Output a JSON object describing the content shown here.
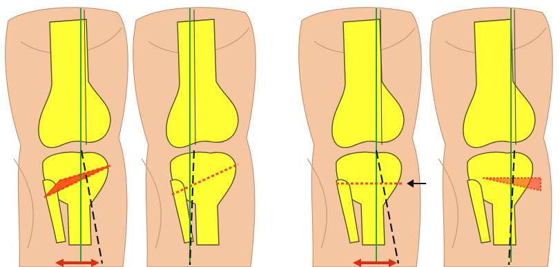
{
  "figure": {
    "panels": [
      {
        "id": "panel-1",
        "technique": "closing-wedge",
        "state": "before"
      },
      {
        "id": "panel-2",
        "technique": "closing-wedge",
        "state": "after"
      },
      {
        "id": "panel-3",
        "technique": "opening-wedge",
        "state": "before"
      },
      {
        "id": "panel-4",
        "technique": "opening-wedge",
        "state": "after"
      }
    ],
    "colors": {
      "skin": "#f5c6a0",
      "bone": "#ffff33",
      "mechanical_axis": "#2e9d2e",
      "osteotomy": "#ff3b1f",
      "shift_arrow": "#e02a12"
    }
  }
}
